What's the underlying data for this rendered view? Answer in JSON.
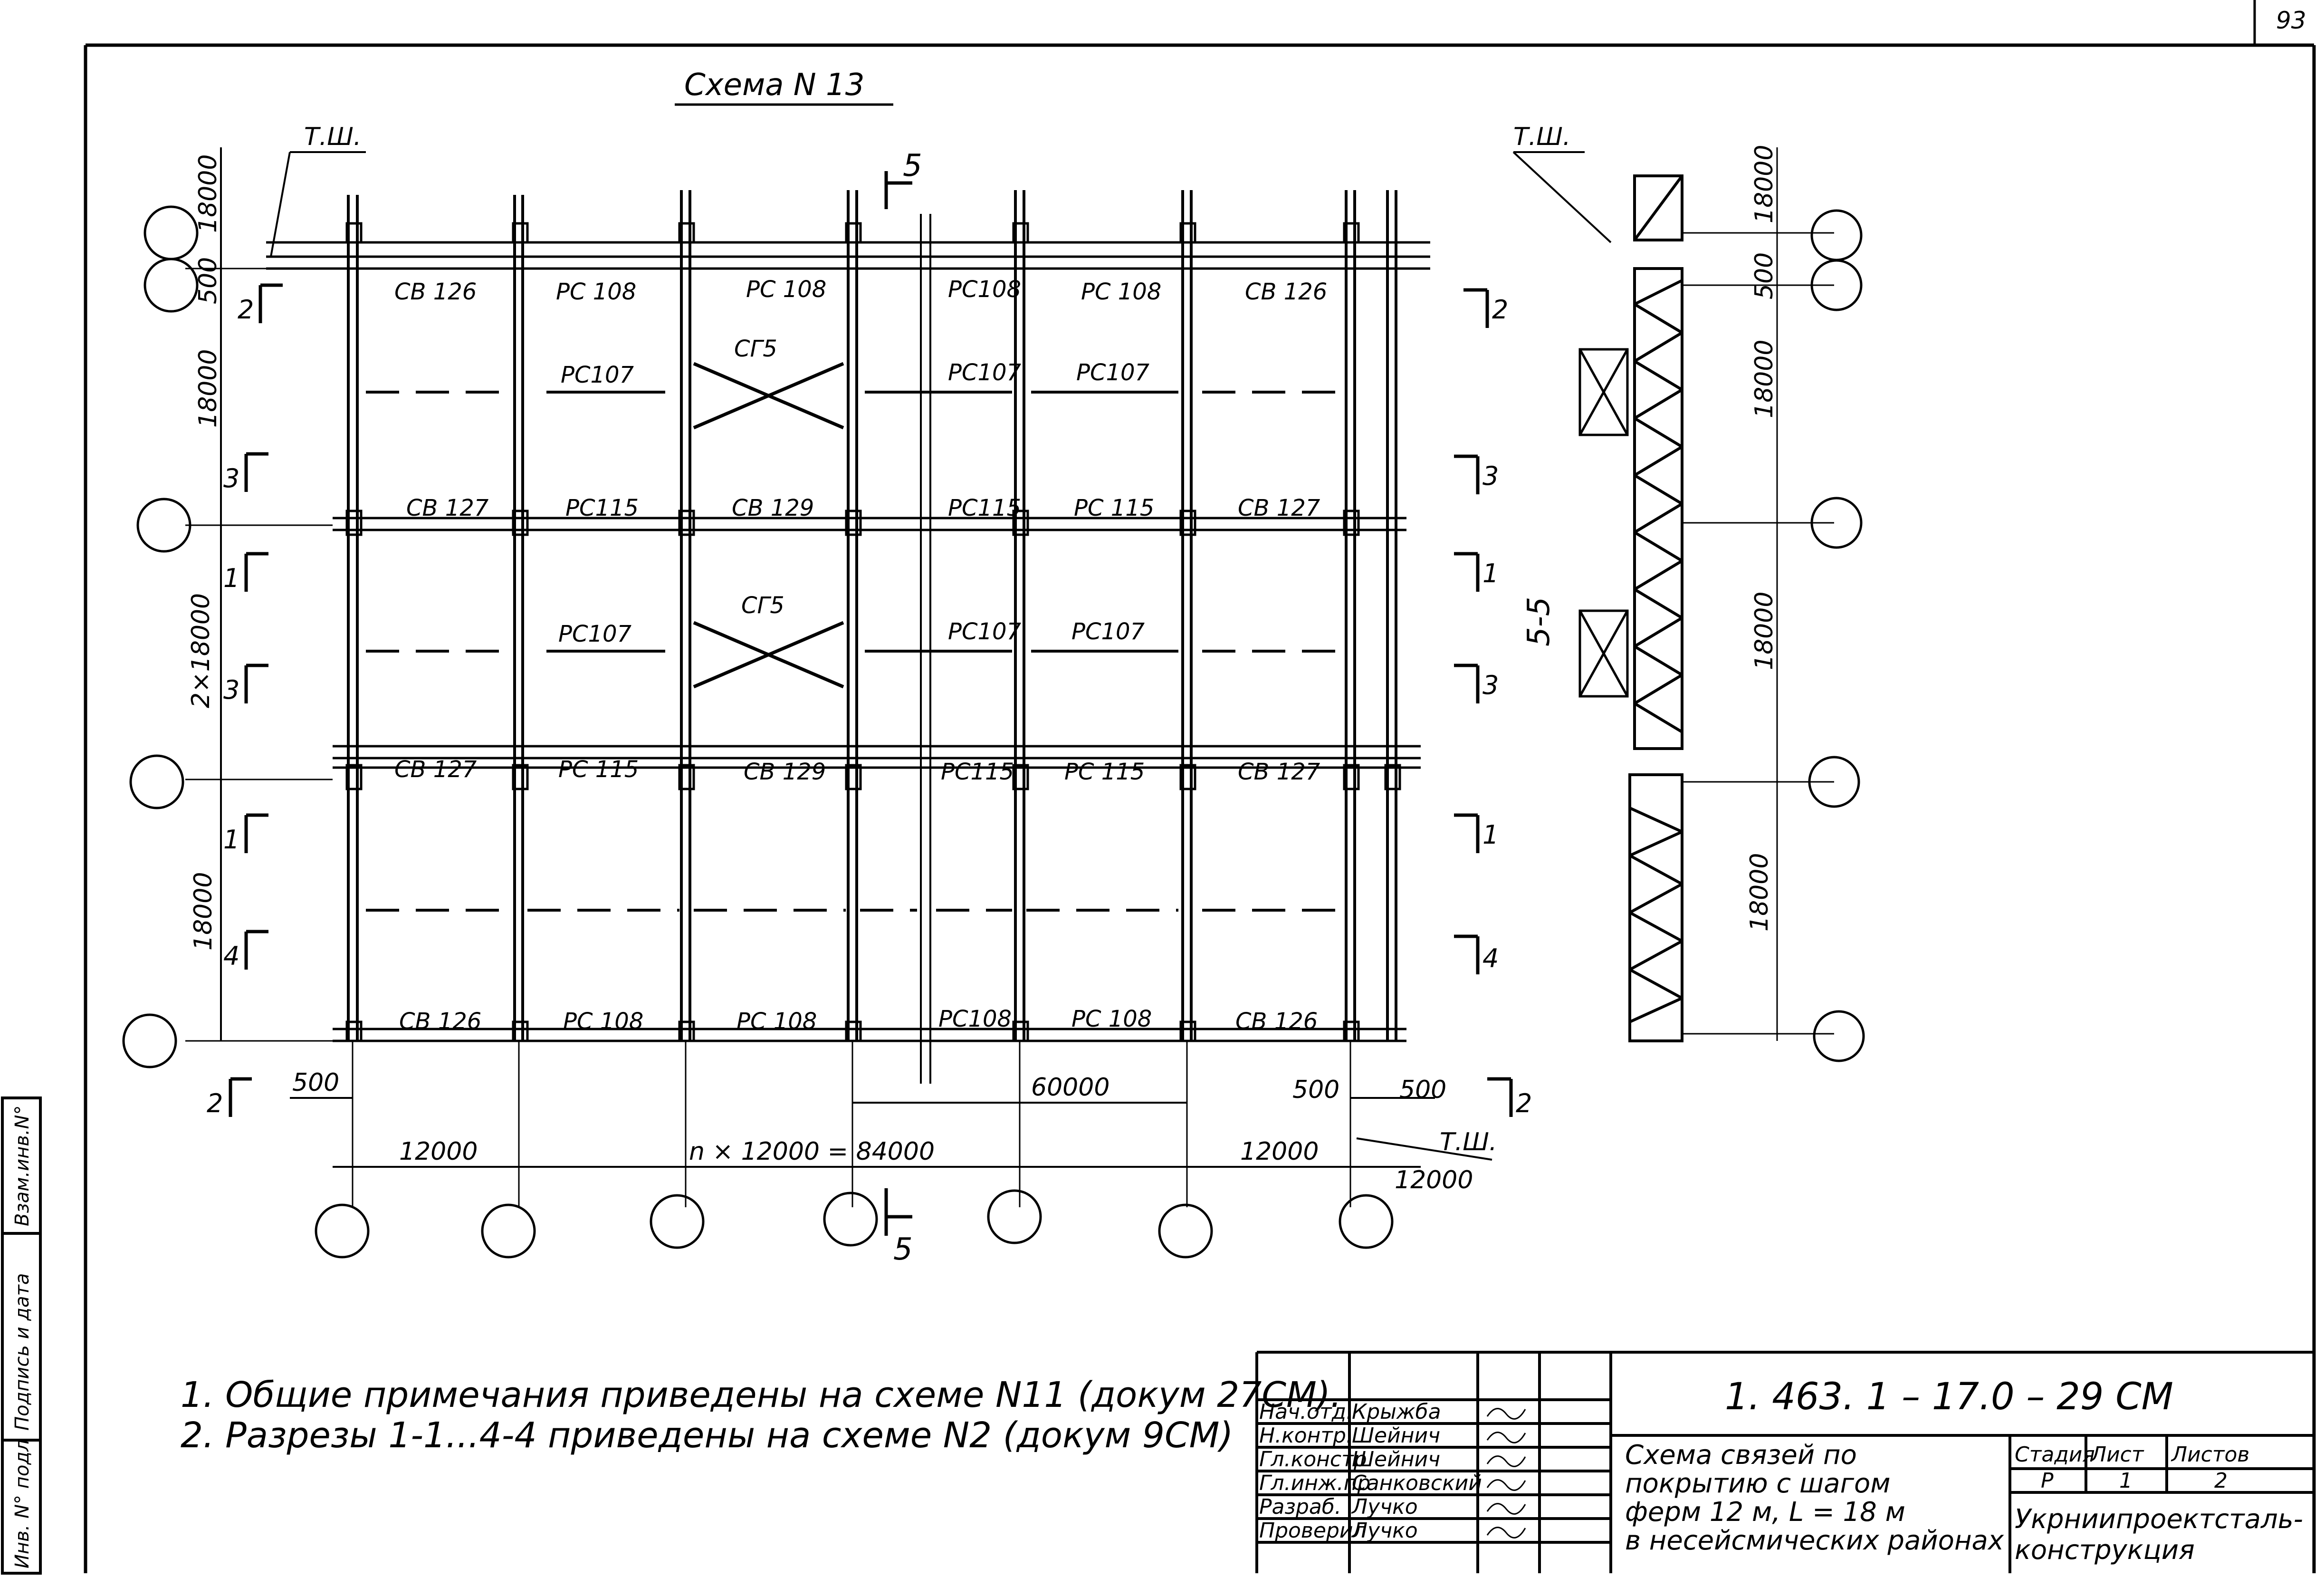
{
  "sheet_no": "93",
  "title": "Схема N 13",
  "tsh_label": "Т.Ш.",
  "section_label": "5-5",
  "cut5": "5",
  "top_row_labels": [
    "СВ 126",
    "РС 108",
    "РС 108",
    "РС108",
    "РС 108",
    "СВ 126"
  ],
  "rs107_labels": [
    "РС107",
    "РС107",
    "РС107"
  ],
  "rs107_labels_b": [
    "РС107",
    "РС107",
    "РС107"
  ],
  "row_b_labels": [
    "СВ 127",
    "РС115",
    "СВ 129",
    "РС115",
    "РС 115",
    "СВ 127"
  ],
  "row_c_labels": [
    "СВ 127",
    "РС 115",
    "СВ 129",
    "РС115",
    "РС 115",
    "СВ 127"
  ],
  "bottom_row_labels": [
    "СВ 126",
    "РС 108",
    "РС 108",
    "РС108",
    "РС 108",
    "СВ 126"
  ],
  "cg_label": "СГ5",
  "dims_left": [
    "18000",
    "500",
    "18000",
    "2×18000",
    "18000"
  ],
  "dims_right": [
    "18000",
    "500",
    "18000",
    "18000",
    "18000"
  ],
  "dims_bottom": {
    "d500a": "500",
    "d12000a": "12000",
    "dmid": "n × 12000 = 84000",
    "d60000": "60000",
    "d500b": "500",
    "d500c": "500",
    "d12000b": "12000",
    "d12000c": "12000"
  },
  "cut_marks": {
    "left": [
      "2",
      "3",
      "1",
      "3",
      "1",
      "4",
      "2"
    ],
    "right": [
      "2",
      "3",
      "1",
      "3",
      "1",
      "4",
      "2"
    ]
  },
  "notes": [
    "1. Общие примечания приведены на схеме N11 (докум 27СМ).",
    "2. Разрезы 1-1...4-4 приведены на схеме N2 (докум 9СМ)"
  ],
  "side_stamp": [
    "Инв. N° подл",
    "Подпись и дата",
    "Взам.инв.N°"
  ],
  "stamp": {
    "roles": [
      "Нач.отд.",
      "Н.контр.",
      "Гл.констр",
      "Гл.инж.пр",
      "Разраб.",
      "Проверил"
    ],
    "names": [
      "Крыжба",
      "Шейнич",
      "Шейнич",
      "Санковский",
      "Лучко",
      "Лучко"
    ],
    "code": "1. 463. 1 – 17.0 – 29 СМ",
    "description": [
      "Схема связей по",
      "покрытию с шагом",
      "ферм 12 м, L = 18 м",
      "в несейсмических районах"
    ],
    "col_headers": [
      "Стадия",
      "Лист",
      "Листов"
    ],
    "col_values": [
      "Р",
      "1",
      "2"
    ],
    "organization": [
      "Укрниипроектсталь-",
      "конструкция"
    ]
  }
}
